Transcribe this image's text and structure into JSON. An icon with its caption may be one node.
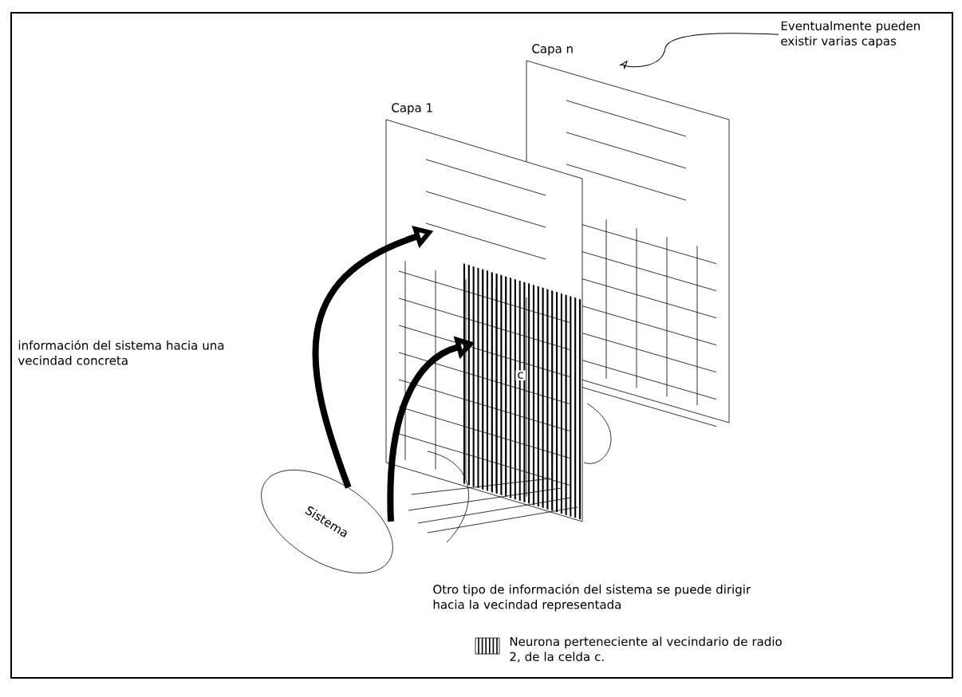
{
  "diagram": {
    "nodes": [
      {
        "text": [
          "Sistema"
        ]
      },
      {
        "text": [
          "Capa 1"
        ]
      },
      {
        "text": [
          "Capa n"
        ]
      },
      {
        "text": [
          "Eventualmente pueden existir varias capas"
        ]
      },
      {
        "text": [],
        "shape": "box",
        "in": 1
      }
    ],
    "edges": [
      {
        "from": 0,
        "to": 1,
        "arrow": "to"
      },
      {
        "from": 0,
        "to": 4,
        "arrow": "to"
      },
      {
        "from": 3,
        "to": 2,
        "arrow": "to"
      }
    ],
    "labels": [
      "información del sistema hacia una vecindad concreta",
      "c",
      "Otro tipo de información del sistema se puede dirigir hacia la vecindad representada"
    ],
    "legend": [
      {
        "text": "Neurona perteneciente al vecindario de radio 2, de la celda c."
      }
    ]
  }
}
